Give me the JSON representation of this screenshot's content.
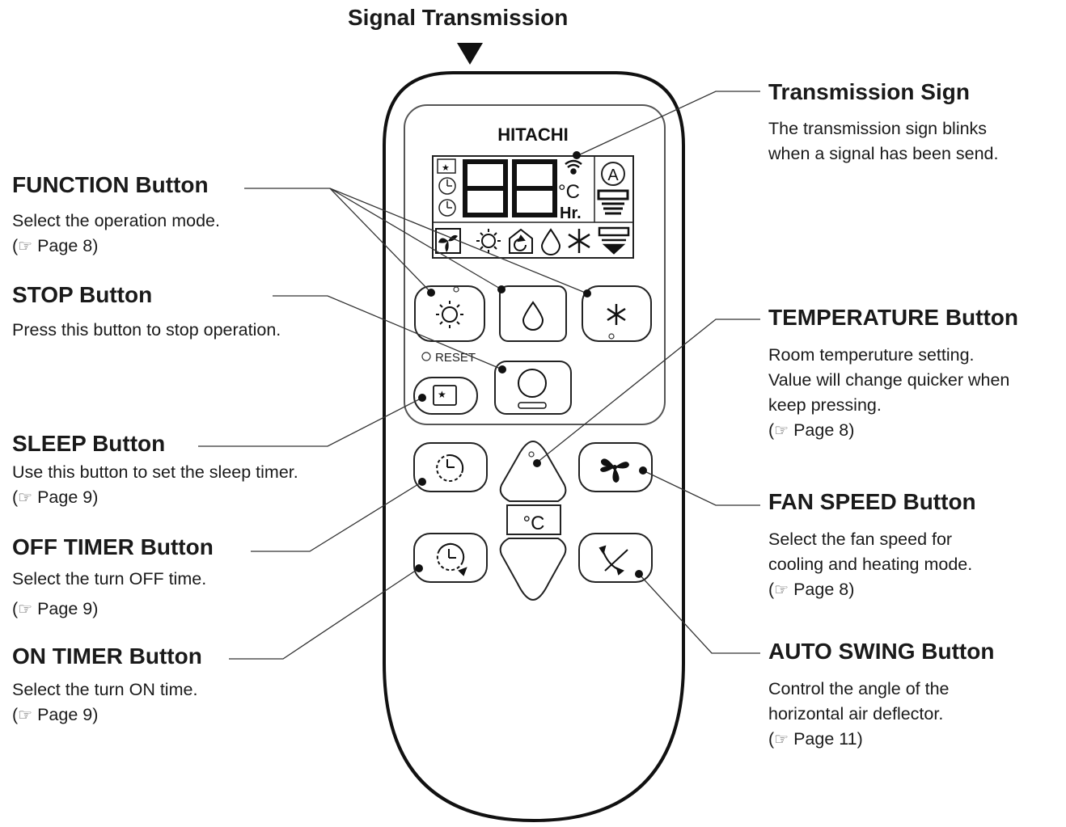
{
  "top": {
    "title": "Signal Transmission"
  },
  "remote": {
    "brand": "HITACHI",
    "display": {
      "digits": "88",
      "unit_celsius": "°C",
      "unit_hours": "Hr.",
      "auto_symbol": "A"
    },
    "reset_label": "RESET",
    "temp_unit_label": "°C"
  },
  "callouts": {
    "transmission_sign": {
      "title": "Transmission Sign",
      "lines": [
        "The transmission sign blinks",
        "when a signal has been send."
      ]
    },
    "function": {
      "title": "FUNCTION Button",
      "lines": [
        "Select the operation mode."
      ],
      "ref": "Page 8)"
    },
    "stop": {
      "title": "STOP Button",
      "lines": [
        "Press this button to stop operation."
      ]
    },
    "sleep": {
      "title": "SLEEP Button",
      "lines": [
        "Use this button to set the sleep timer."
      ],
      "ref": "Page 9)"
    },
    "off_timer": {
      "title": "OFF TIMER Button",
      "lines": [
        "Select the turn OFF time."
      ],
      "ref": "Page 9)"
    },
    "on_timer": {
      "title": "ON TIMER Button",
      "lines": [
        "Select the turn ON time."
      ],
      "ref": "Page 9)"
    },
    "temperature": {
      "title": "TEMPERATURE Button",
      "lines": [
        "Room temperuture setting.",
        "Value will change quicker when",
        "keep pressing."
      ],
      "ref": "Page 8)"
    },
    "fan_speed": {
      "title": "FAN SPEED Button",
      "lines": [
        "Select the fan speed for",
        "cooling and heating mode."
      ],
      "ref": "Page 8)"
    },
    "auto_swing": {
      "title": "AUTO SWING Button",
      "lines": [
        "Control the angle of the",
        "horizontal air deflector."
      ],
      "ref": "Page 11)"
    }
  },
  "ref_prefix": "(",
  "icons": [
    "pointing-hand-icon",
    "sun-icon",
    "drop-icon",
    "snowflake-icon",
    "fan-icon",
    "clock-icon",
    "swing-icon",
    "moon-star-icon",
    "wireless-icon",
    "power-icon"
  ]
}
